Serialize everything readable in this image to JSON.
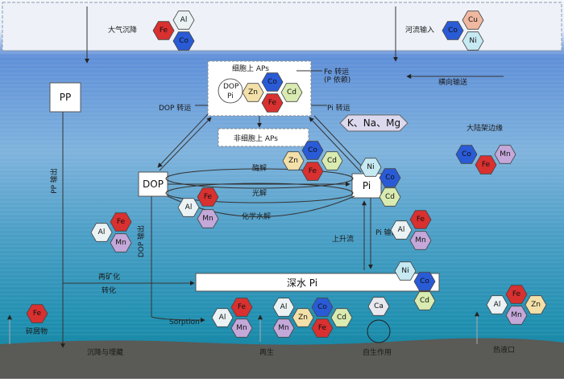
{
  "labels": {
    "atm": "大气沉降",
    "river": "河流输入",
    "lateral": "横向输送",
    "cell_surface": "细胞上 APs",
    "noncell": "非细胞上 APs",
    "fe_transport": "Fe 转运",
    "fe_transport_sub": "(P 依赖)",
    "p_transport": "Pi 转运",
    "dop_transport": "DOP 转运",
    "enzymolysis": "酶解",
    "photolysis": "光解",
    "chem_hydrolysis": "化学水解",
    "pp": "PP",
    "pp_export": "PP 输出",
    "dop": "DOP",
    "dop_export": "DOP 输出",
    "pi": "Pi",
    "pi_export": "Pi 输出",
    "upwelling": "上升流",
    "margin": "大陆架边缘",
    "remin": "再矿化",
    "transform": "转化",
    "deep_pi": "深水 Pi",
    "sorption": "Sorption",
    "bury": "沉降与埋藏",
    "regen": "再生",
    "autogenic": "自生作用",
    "hydrothermal": "热液口",
    "detrital": "碎屑物",
    "dop_cycle_inner": "DOP",
    "dop_cycle_inner2": "Pi",
    "ions": "K、Na、Mg"
  },
  "elements": {
    "fe": "Fe",
    "al": "Al",
    "co": "Co",
    "cu": "Cu",
    "ni": "Ni",
    "zn": "Zn",
    "cd": "Cd",
    "mn": "Mn",
    "ca": "Ca"
  },
  "colors": {
    "fe": "#d93030",
    "al": "#eaf2f4",
    "co": "#2a5bd7",
    "cu": "#f0b8a0",
    "ni": "#c6e9f2",
    "zn": "#f3e0a8",
    "cd": "#d9ebb0",
    "mn": "#c3a8d9",
    "ca": "#e8e8ee"
  }
}
